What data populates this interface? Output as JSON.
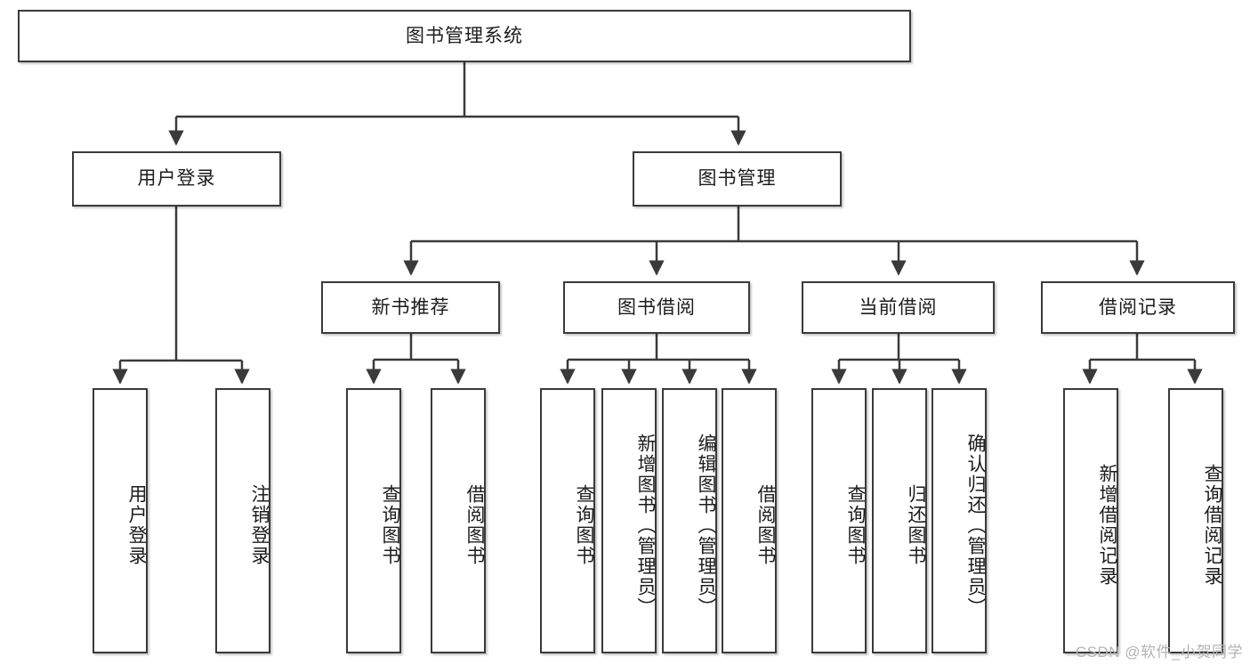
{
  "diagram": {
    "title": "图书管理系统",
    "type": "tree-hierarchy",
    "watermark": "CSDN @软件_小贺同学",
    "colors": {
      "box_border": "#3a3a3a",
      "box_fill": "#ffffff",
      "edge": "#3a3a3a",
      "text": "#1c1c1c",
      "watermark": "#b4b4b4"
    },
    "levels": {
      "root": {
        "label": "图书管理系统"
      },
      "level2": [
        {
          "label": "用户登录"
        },
        {
          "label": "图书管理"
        }
      ],
      "level3": [
        {
          "label": "新书推荐"
        },
        {
          "label": "图书借阅"
        },
        {
          "label": "当前借阅"
        },
        {
          "label": "借阅记录"
        }
      ],
      "leaves": {
        "user_login": [
          {
            "label": "用户登录"
          },
          {
            "label": "注销登录"
          }
        ],
        "new_book_recommend": [
          {
            "label": "查询图书"
          },
          {
            "label": "借阅图书"
          }
        ],
        "book_borrow": [
          {
            "label": "查询图书"
          },
          {
            "label": "新增图书（管理员）"
          },
          {
            "label": "编辑图书（管理员）"
          },
          {
            "label": "借阅图书"
          }
        ],
        "current_borrow": [
          {
            "label": "查询图书"
          },
          {
            "label": "归还图书"
          },
          {
            "label": "确认归还（管理员）"
          }
        ],
        "borrow_record": [
          {
            "label": "新增借阅记录"
          },
          {
            "label": "查询借阅记录"
          }
        ]
      }
    }
  }
}
